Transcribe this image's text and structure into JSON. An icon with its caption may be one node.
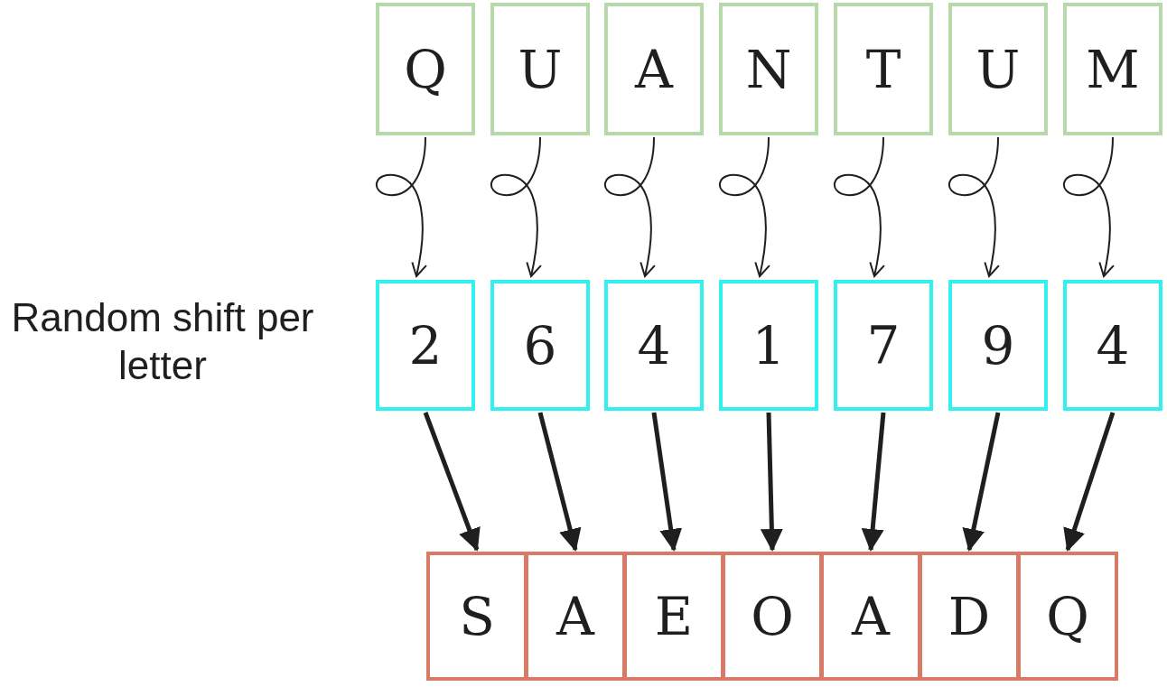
{
  "diagram": {
    "nodes": [
      {
        "text": [
          "Q"
        ]
      },
      {
        "text": [
          "U"
        ]
      },
      {
        "text": [
          "A"
        ]
      },
      {
        "text": [
          "N"
        ]
      },
      {
        "text": [
          "T"
        ]
      },
      {
        "text": [
          "U"
        ]
      },
      {
        "text": [
          "M"
        ]
      },
      {
        "text": [
          "2"
        ]
      },
      {
        "text": [
          "6"
        ]
      },
      {
        "text": [
          "4"
        ]
      },
      {
        "text": [
          "1"
        ]
      },
      {
        "text": [
          "7"
        ]
      },
      {
        "text": [
          "9"
        ]
      },
      {
        "text": [
          "4"
        ]
      },
      {
        "text": [
          "S"
        ]
      },
      {
        "text": [
          "A"
        ]
      },
      {
        "text": [
          "E"
        ]
      },
      {
        "text": [
          "O"
        ]
      },
      {
        "text": [
          "A"
        ]
      },
      {
        "text": [
          "D"
        ]
      },
      {
        "text": [
          "Q"
        ]
      }
    ],
    "edges": [
      {
        "from": 0,
        "to": 7,
        "arrow": "to"
      },
      {
        "from": 1,
        "to": 8,
        "arrow": "to"
      },
      {
        "from": 2,
        "to": 9,
        "arrow": "to"
      },
      {
        "from": 3,
        "to": 10,
        "arrow": "to"
      },
      {
        "from": 4,
        "to": 11,
        "arrow": "to"
      },
      {
        "from": 5,
        "to": 12,
        "arrow": "to"
      },
      {
        "from": 6,
        "to": 13,
        "arrow": "to"
      },
      {
        "from": 7,
        "to": 14,
        "arrow": "to",
        "style": "thick"
      },
      {
        "from": 8,
        "to": 15,
        "arrow": "to",
        "style": "thick"
      },
      {
        "from": 9,
        "to": 16,
        "arrow": "to",
        "style": "thick"
      },
      {
        "from": 10,
        "to": 17,
        "arrow": "to",
        "style": "thick"
      },
      {
        "from": 11,
        "to": 18,
        "arrow": "to",
        "style": "thick"
      },
      {
        "from": 12,
        "to": 19,
        "arrow": "to",
        "style": "thick"
      },
      {
        "from": 13,
        "to": 20,
        "arrow": "to",
        "style": "thick"
      }
    ],
    "labels": [
      "Random shift per letter"
    ]
  }
}
